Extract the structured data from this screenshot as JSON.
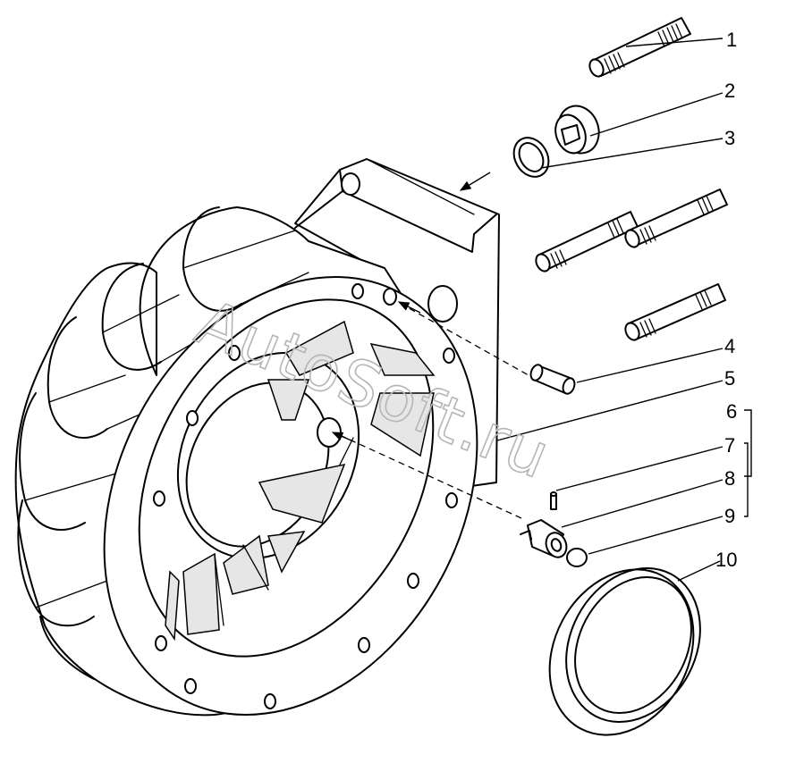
{
  "watermark": "AutoSoft.ru",
  "callouts": [
    {
      "id": "1",
      "label": "1"
    },
    {
      "id": "2",
      "label": "2"
    },
    {
      "id": "3",
      "label": "3"
    },
    {
      "id": "4",
      "label": "4"
    },
    {
      "id": "5",
      "label": "5"
    },
    {
      "id": "6",
      "label": "6"
    },
    {
      "id": "7",
      "label": "7"
    },
    {
      "id": "8",
      "label": "8"
    },
    {
      "id": "9",
      "label": "9"
    },
    {
      "id": "10",
      "label": "10"
    }
  ]
}
